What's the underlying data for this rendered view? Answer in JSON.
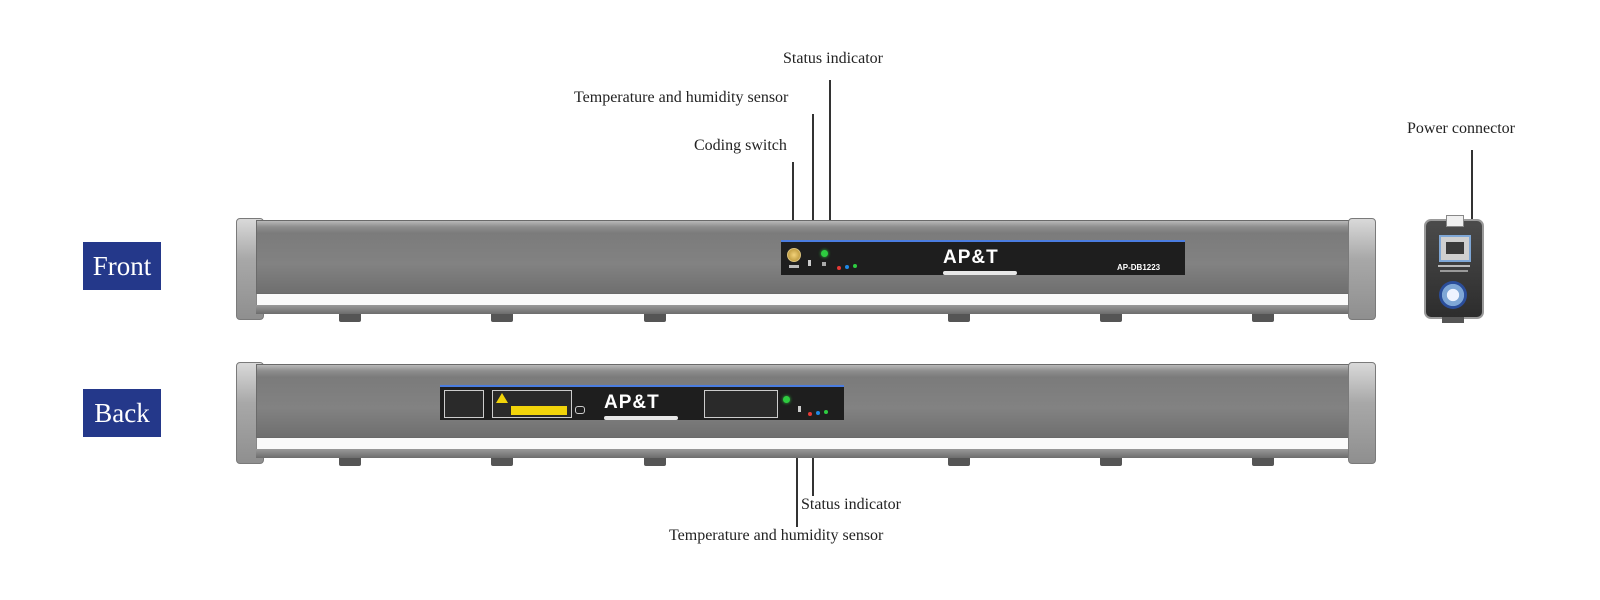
{
  "callouts": {
    "front_status": "Status indicator",
    "front_temp_humidity": "Temperature and humidity sensor",
    "front_coding_switch": "Coding switch",
    "power_connector": "Power connector",
    "back_status": "Status indicator",
    "back_temp_humidity": "Temperature and humidity sensor"
  },
  "views": {
    "front": "Front",
    "back": "Back"
  },
  "device": {
    "brand": "AP&T",
    "model": "AP-DB1223"
  },
  "colors": {
    "view_label_bg": "#24388a",
    "led_green": "#2ecc40",
    "led_red": "#e53935",
    "led_blue": "#1e88e5"
  }
}
